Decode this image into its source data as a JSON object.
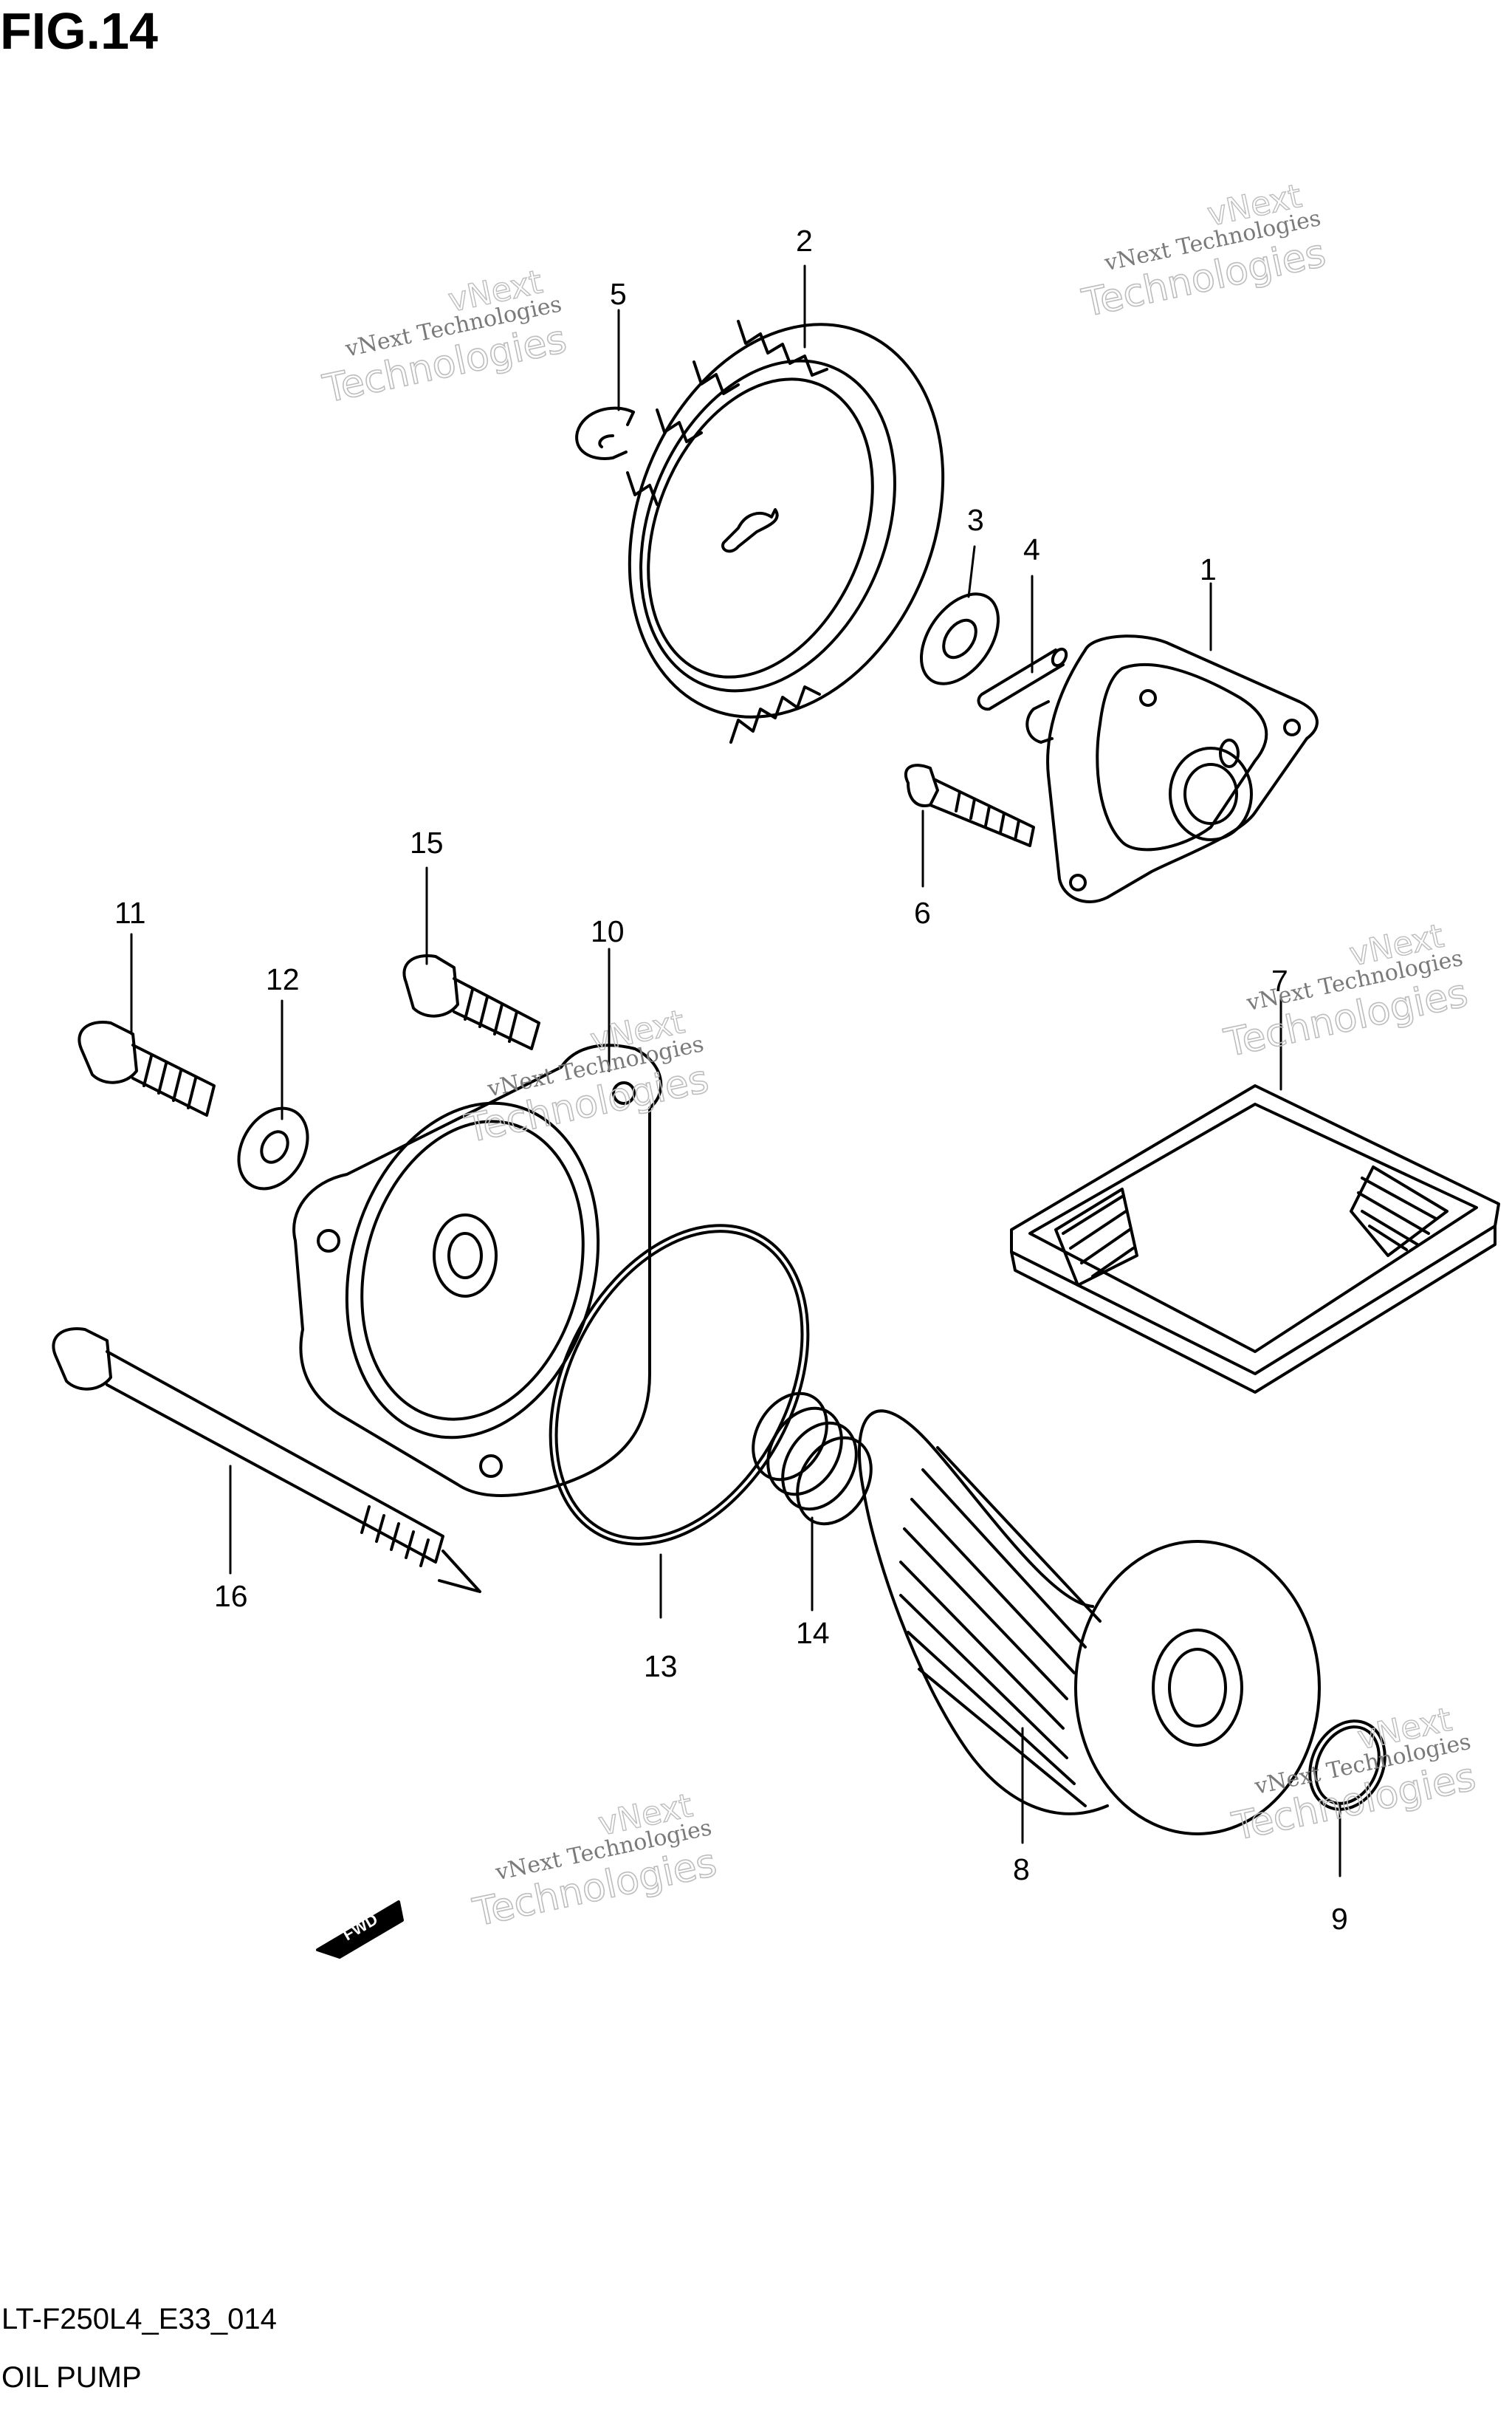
{
  "figure_label": "FIG.14",
  "diagram_code": "LT-F250L4_E33_014",
  "diagram_title": "OIL PUMP",
  "callouts": [
    "1",
    "2",
    "3",
    "4",
    "5",
    "6",
    "7",
    "8",
    "9",
    "10",
    "11",
    "12",
    "13",
    "14",
    "15",
    "16"
  ],
  "direction_marker": "FWD",
  "watermark": {
    "line1": "vNext Technologies",
    "line2": "Technologies",
    "line3": "vNext"
  }
}
